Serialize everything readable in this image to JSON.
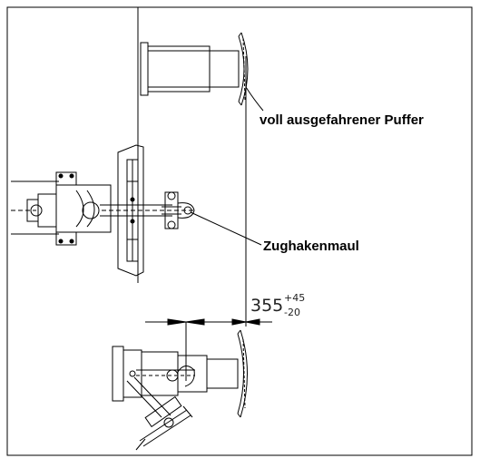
{
  "labels": {
    "buffer": "voll ausgefahrener Puffer",
    "hook": "Zughakenmaul"
  },
  "dimension": {
    "value": "355",
    "tol_upper": "+45",
    "tol_lower": "-20"
  }
}
